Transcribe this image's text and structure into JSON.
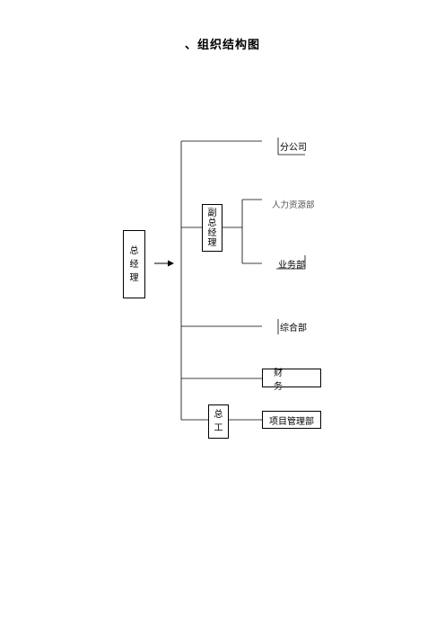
{
  "title": "、组织结构图",
  "nodes": {
    "general_manager": [
      "总",
      "经",
      "理"
    ],
    "deputy_general_manager": [
      "副",
      "总",
      "经",
      "理"
    ],
    "chief_engineer": [
      "总",
      "工"
    ],
    "branch_company": "分公司",
    "human_resources": "人力资源部",
    "business_dept": "业务部",
    "general_affairs": "综合部",
    "finance": "财 务",
    "project_management": "项目管理部"
  }
}
